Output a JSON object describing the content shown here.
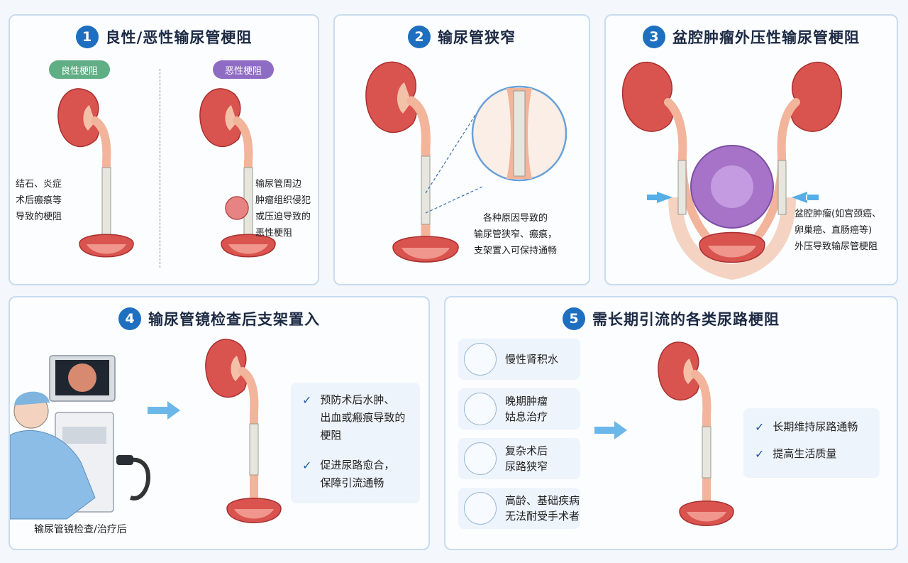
{
  "colors": {
    "accent": "#1e6fc0",
    "benign": "#5fae84",
    "malignant": "#8f6cc4",
    "kidney": "#d9534f",
    "ureter": "#f2b49a",
    "stent": "#dcdcd6",
    "tumor": "#a673c9",
    "arrow": "#55aee8"
  },
  "panel1": {
    "num": "1",
    "title": "良性/恶性输尿管梗阻",
    "benign_label": "良性梗阻",
    "malignant_label": "恶性梗阻",
    "benign_desc": "结石、炎症\n术后瘢痕等\n导致的梗阻",
    "malignant_desc": "输尿管周边\n肿瘤组织侵犯\n或压迫导致的\n恶性梗阻"
  },
  "panel2": {
    "num": "2",
    "title": "输尿管狭窄",
    "desc": "各种原因导致的\n输尿管狭窄、瘢痕，\n支架置入可保持通畅"
  },
  "panel3": {
    "num": "3",
    "title": "盆腔肿瘤外压性输尿管梗阻",
    "desc": "盆腔肿瘤(如宫颈癌、\n卵巢癌、直肠癌等)\n外压导致输尿管梗阻"
  },
  "panel4": {
    "num": "4",
    "title": "输尿管镜检查后支架置入",
    "caption": "输尿管镜检查/治疗后",
    "checks": [
      "预防术后水肿、\n出血或瘢痕导致的\n梗阻",
      "促进尿路愈合，\n保障引流通畅"
    ]
  },
  "panel5": {
    "num": "5",
    "title": "需长期引流的各类尿路梗阻",
    "conditions": [
      {
        "label": "慢性肾积水",
        "icon": "kidneys-icon"
      },
      {
        "label": "晚期肿瘤\n姑息治疗",
        "icon": "tumor-icon"
      },
      {
        "label": "复杂术后\n尿路狭窄",
        "icon": "torso-icon"
      },
      {
        "label": "高龄、基础疾病\n无法耐受手术者",
        "icon": "elderly-person-icon"
      }
    ],
    "checks": [
      "长期维持尿路通畅",
      "提高生活质量"
    ]
  }
}
